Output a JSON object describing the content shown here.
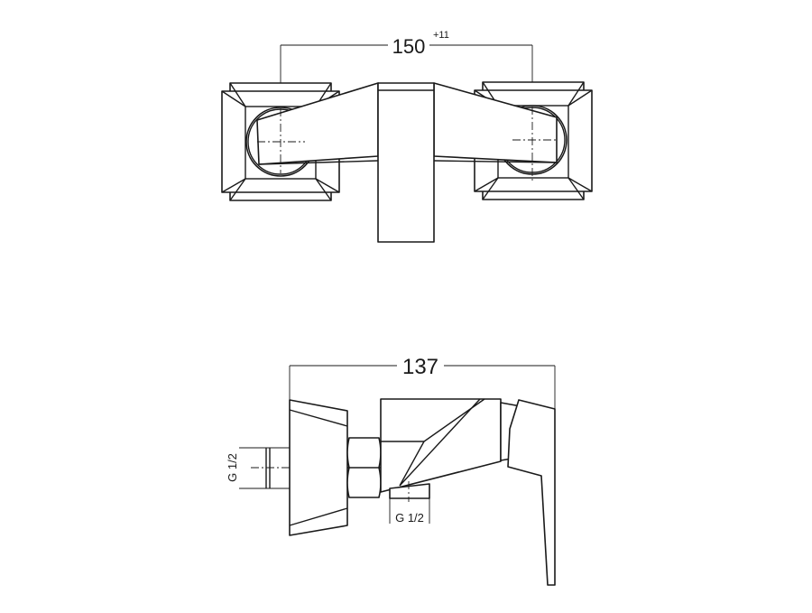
{
  "drawing": {
    "top_view": {
      "dimension_value": "150",
      "dimension_tolerance": "+11"
    },
    "side_view": {
      "dimension_value": "137",
      "inlet_thread_label": "G 1/2",
      "outlet_thread_label": "G 1/2"
    }
  }
}
